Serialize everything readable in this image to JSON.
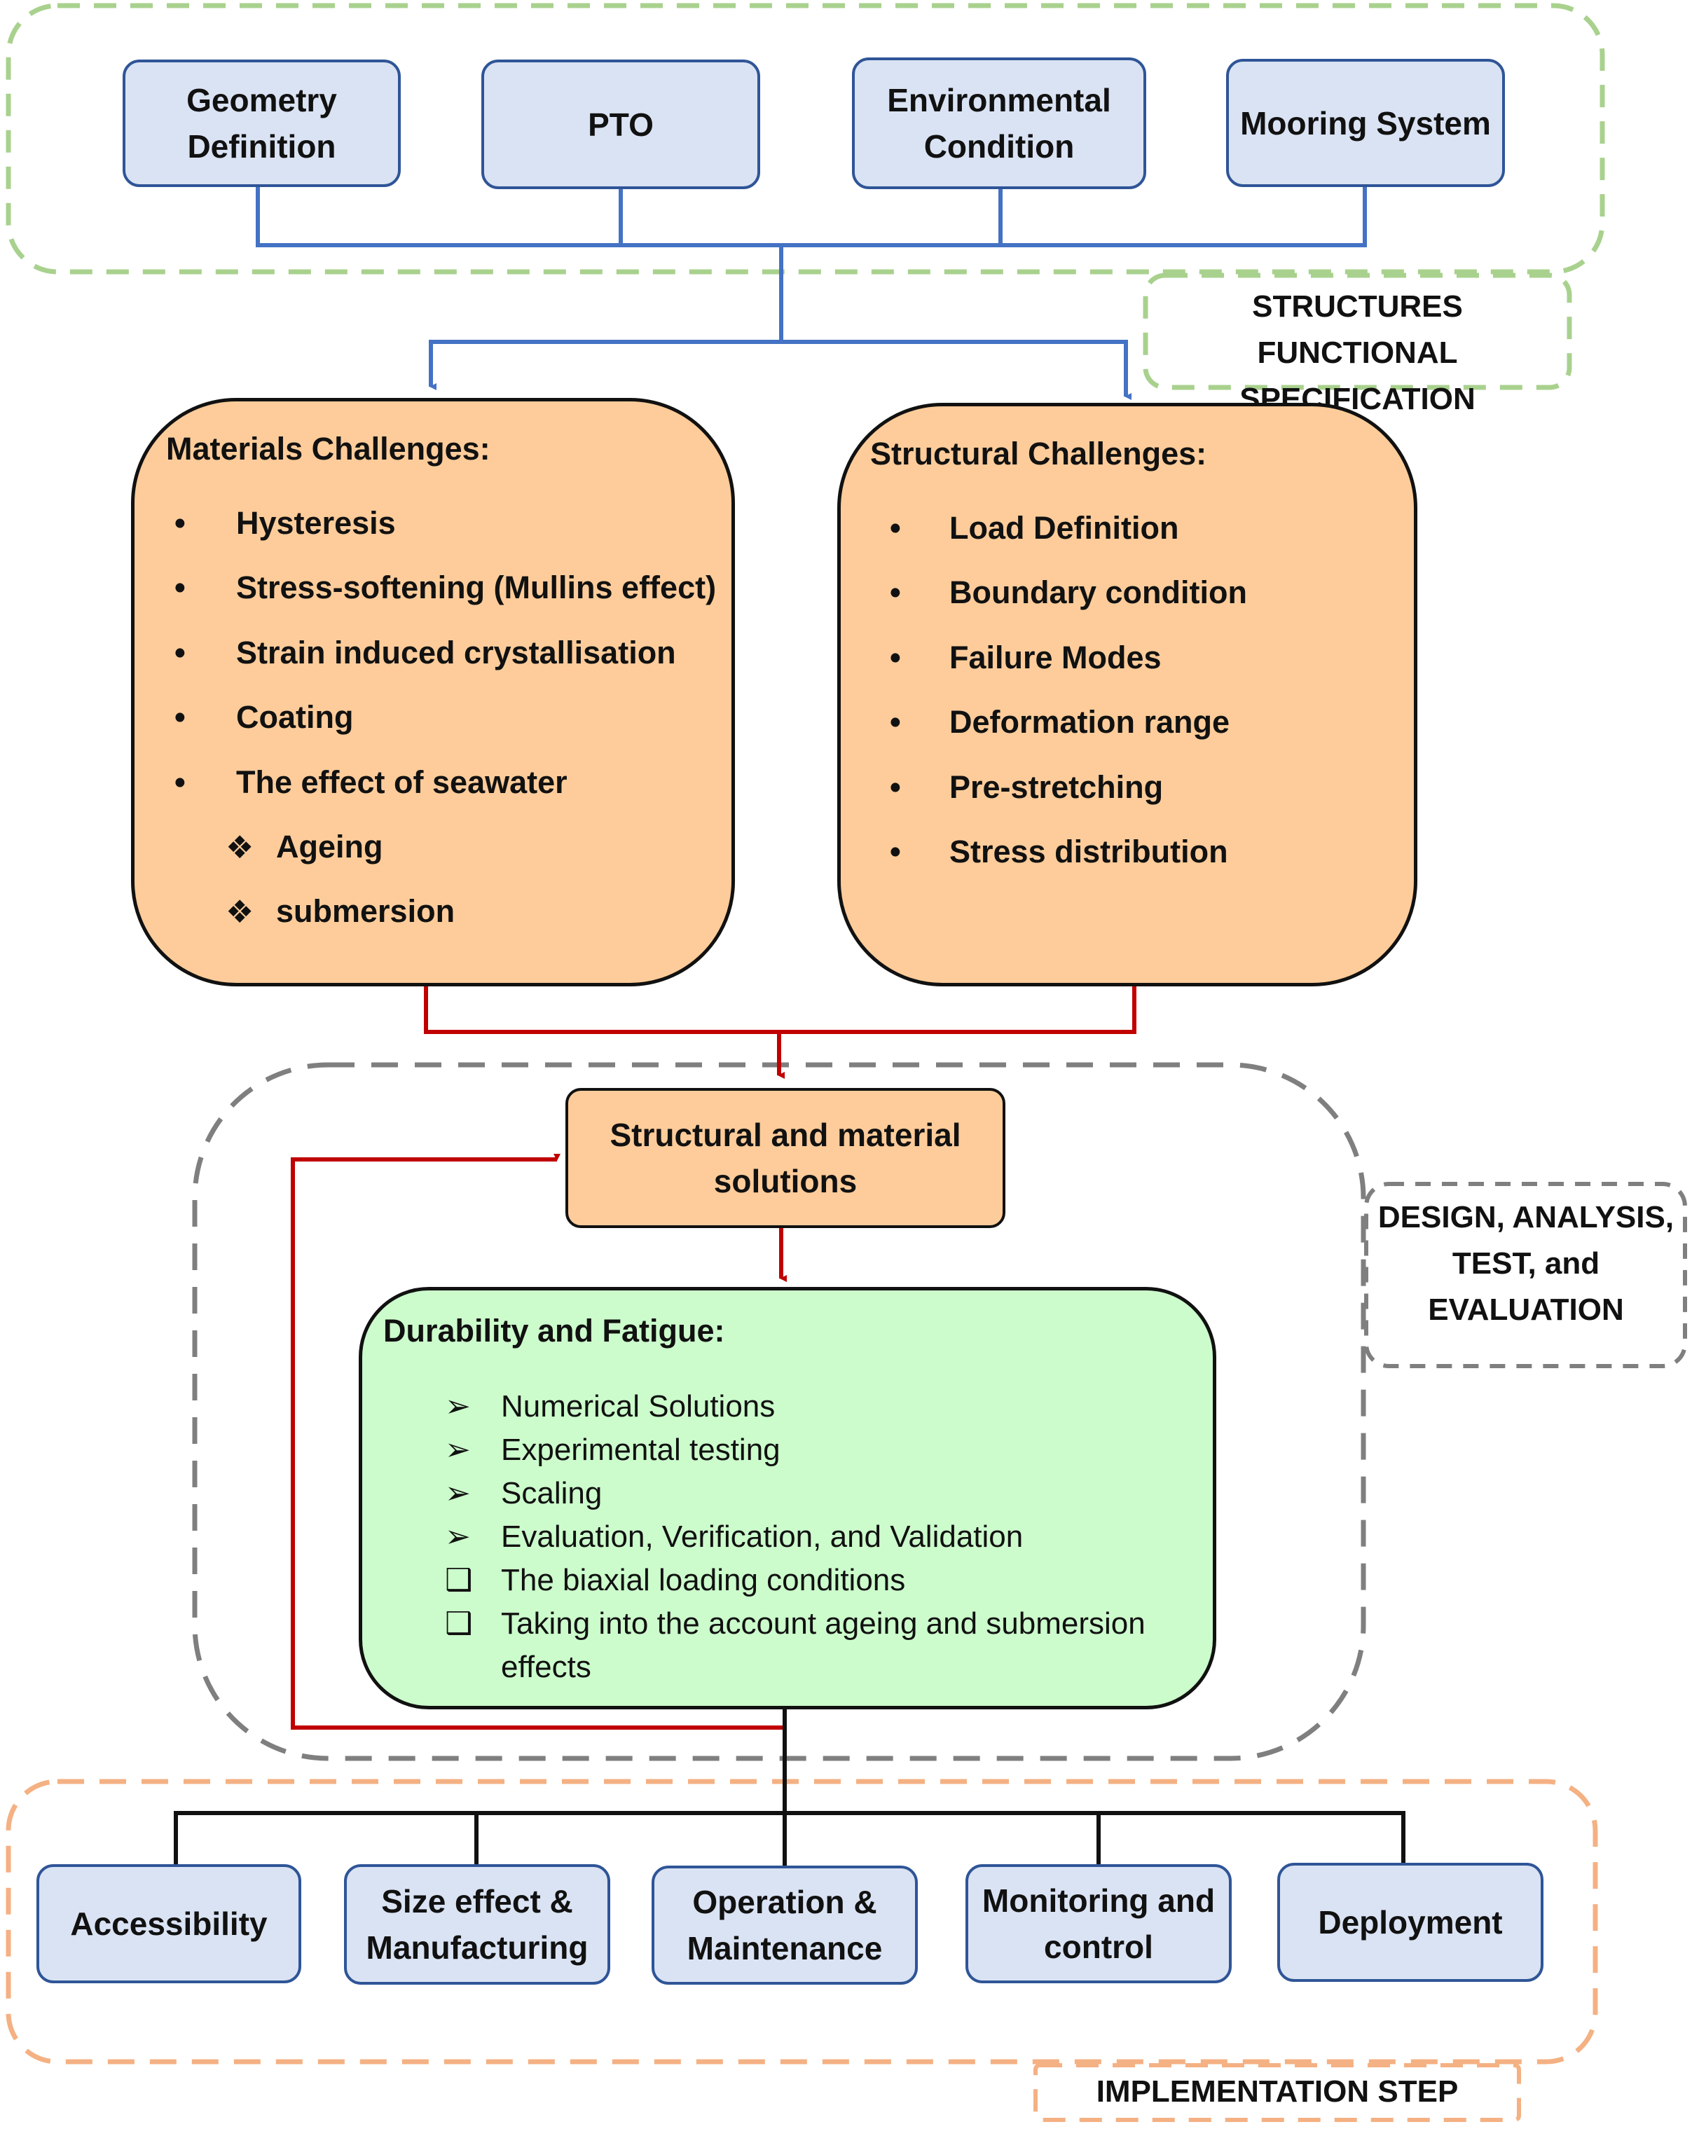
{
  "spec_group": {
    "label": "STRUCTURES FUNCTIONAL SPECIFICATION",
    "inputs": [
      "Geometry Definition",
      "PTO",
      "Environmental Condition",
      "Mooring System"
    ]
  },
  "materials": {
    "title": "Materials Challenges:",
    "items": [
      "Hysteresis",
      "Stress-softening (Mullins effect)",
      "Strain induced crystallisation",
      "Coating",
      "The effect of seawater"
    ],
    "subitems": [
      "Ageing",
      "submersion"
    ]
  },
  "structural": {
    "title": "Structural Challenges:",
    "items": [
      "Load Definition",
      "Boundary condition",
      "Failure Modes",
      "Deformation range",
      "Pre-stretching",
      "Stress distribution"
    ]
  },
  "design_group": {
    "label": "DESIGN, ANALYSIS, TEST, and EVALUATION",
    "solutions": "Structural and material solutions",
    "durability": {
      "title": "Durability and Fatigue:",
      "arrow_items": [
        "Numerical Solutions",
        "Experimental testing",
        "Scaling",
        "Evaluation, Verification, and Validation"
      ],
      "box_items": [
        "The biaxial loading conditions",
        "Taking into the account ageing and submersion effects"
      ]
    }
  },
  "implementation_group": {
    "label": "IMPLEMENTATION STEP",
    "outputs": [
      "Accessibility",
      "Size effect & Manufacturing",
      "Operation & Maintenance",
      "Monitoring and control",
      "Deployment"
    ]
  },
  "colors": {
    "input_fill": "#dae3f3",
    "input_border": "#2f5597",
    "challenge_fill": "#fdcc9a",
    "durability_fill": "#ccfccc",
    "spec_dash": "#a9d18e",
    "design_dash": "#7f7f7f",
    "implementation_dash": "#f4b183",
    "top_connector": "#4472c4",
    "middle_connector": "#c00000"
  }
}
